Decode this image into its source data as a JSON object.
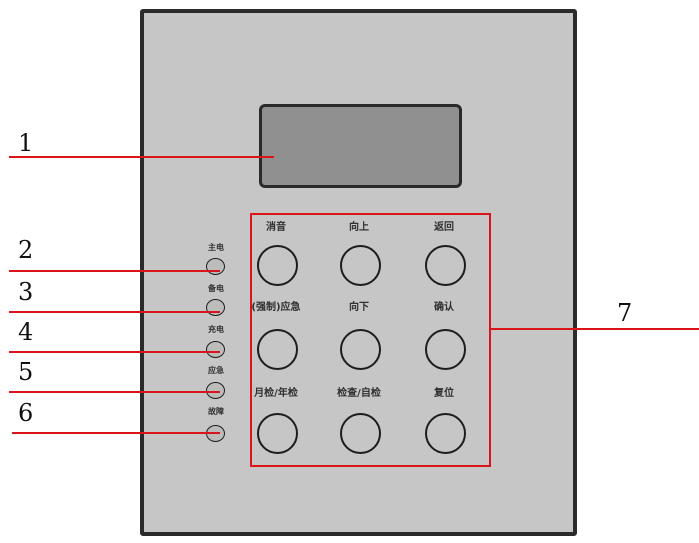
{
  "buttons": {
    "mute": "消音",
    "up": "向上",
    "back": "返回",
    "emergency": "(强制)应急",
    "down": "向下",
    "confirm": "确认",
    "monthly_check": "月检/年检",
    "self_check": "检查/自检",
    "reset": "复位"
  },
  "indicators": {
    "main_power": "主电",
    "backup_power": "备电",
    "charging": "充电",
    "emergency": "应急",
    "fault": "故障"
  },
  "callouts": {
    "n1": "1",
    "n2": "2",
    "n3": "3",
    "n4": "4",
    "n5": "5",
    "n6": "6",
    "n7": "7"
  },
  "colors": {
    "panel": "#c6c6c6",
    "screen": "#909090",
    "leader_lines": "#d9141b"
  }
}
